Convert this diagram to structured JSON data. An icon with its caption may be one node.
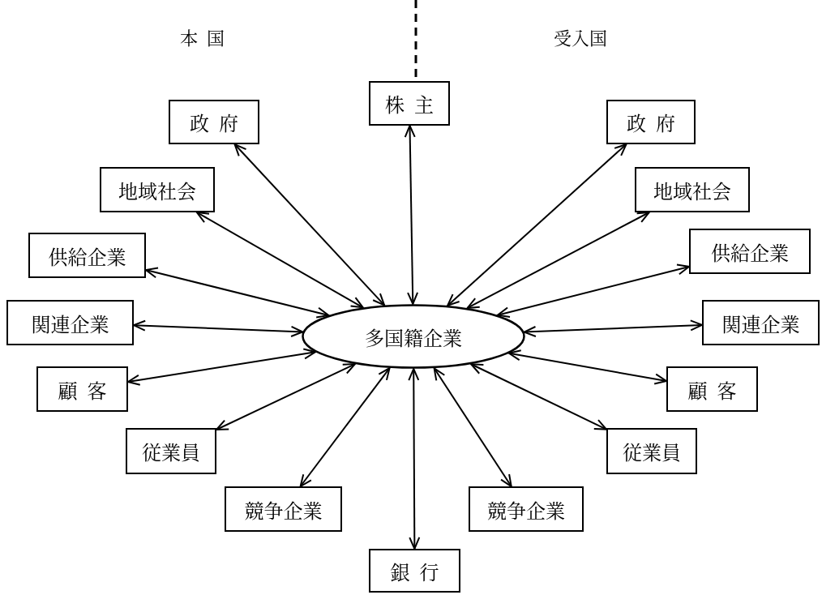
{
  "diagram": {
    "nodes": [
      {
        "text": [
          "株主"
        ]
      },
      {
        "text": [
          "政府"
        ]
      },
      {
        "text": [
          "政府"
        ]
      },
      {
        "text": [
          "地域社会"
        ]
      },
      {
        "text": [
          "地域社会"
        ]
      },
      {
        "text": [
          "供給企業"
        ]
      },
      {
        "text": [
          "供給企業"
        ]
      },
      {
        "text": [
          "関連企業"
        ]
      },
      {
        "text": [
          "多国籍企業"
        ]
      },
      {
        "text": [
          "関連企業"
        ]
      },
      {
        "text": [
          "顧客"
        ]
      },
      {
        "text": [
          "顧客"
        ]
      },
      {
        "text": [
          "従業員"
        ]
      },
      {
        "text": [
          "従業員"
        ]
      },
      {
        "text": [
          "競争企業"
        ]
      },
      {
        "text": [
          "競争企業"
        ]
      },
      {
        "text": [
          "銀行"
        ]
      }
    ],
    "edges": [
      {
        "from": 8,
        "to": 0,
        "arrow": "both"
      },
      {
        "from": 8,
        "to": 1,
        "arrow": "both"
      },
      {
        "from": 8,
        "to": 2,
        "arrow": "both"
      },
      {
        "from": 8,
        "to": 3,
        "arrow": "both"
      },
      {
        "from": 8,
        "to": 4,
        "arrow": "both"
      },
      {
        "from": 8,
        "to": 5,
        "arrow": "both"
      },
      {
        "from": 8,
        "to": 6,
        "arrow": "both"
      },
      {
        "from": 8,
        "to": 7,
        "arrow": "both"
      },
      {
        "from": 8,
        "to": 9,
        "arrow": "both"
      },
      {
        "from": 8,
        "to": 10,
        "arrow": "both"
      },
      {
        "from": 8,
        "to": 11,
        "arrow": "both"
      },
      {
        "from": 8,
        "to": 12,
        "arrow": "both"
      },
      {
        "from": 8,
        "to": 13,
        "arrow": "both"
      },
      {
        "from": 8,
        "to": 14,
        "arrow": "both"
      },
      {
        "from": 8,
        "to": 15,
        "arrow": "both"
      },
      {
        "from": 8,
        "to": 16,
        "arrow": "both"
      }
    ],
    "labels": [
      "本国",
      "受入国"
    ]
  }
}
